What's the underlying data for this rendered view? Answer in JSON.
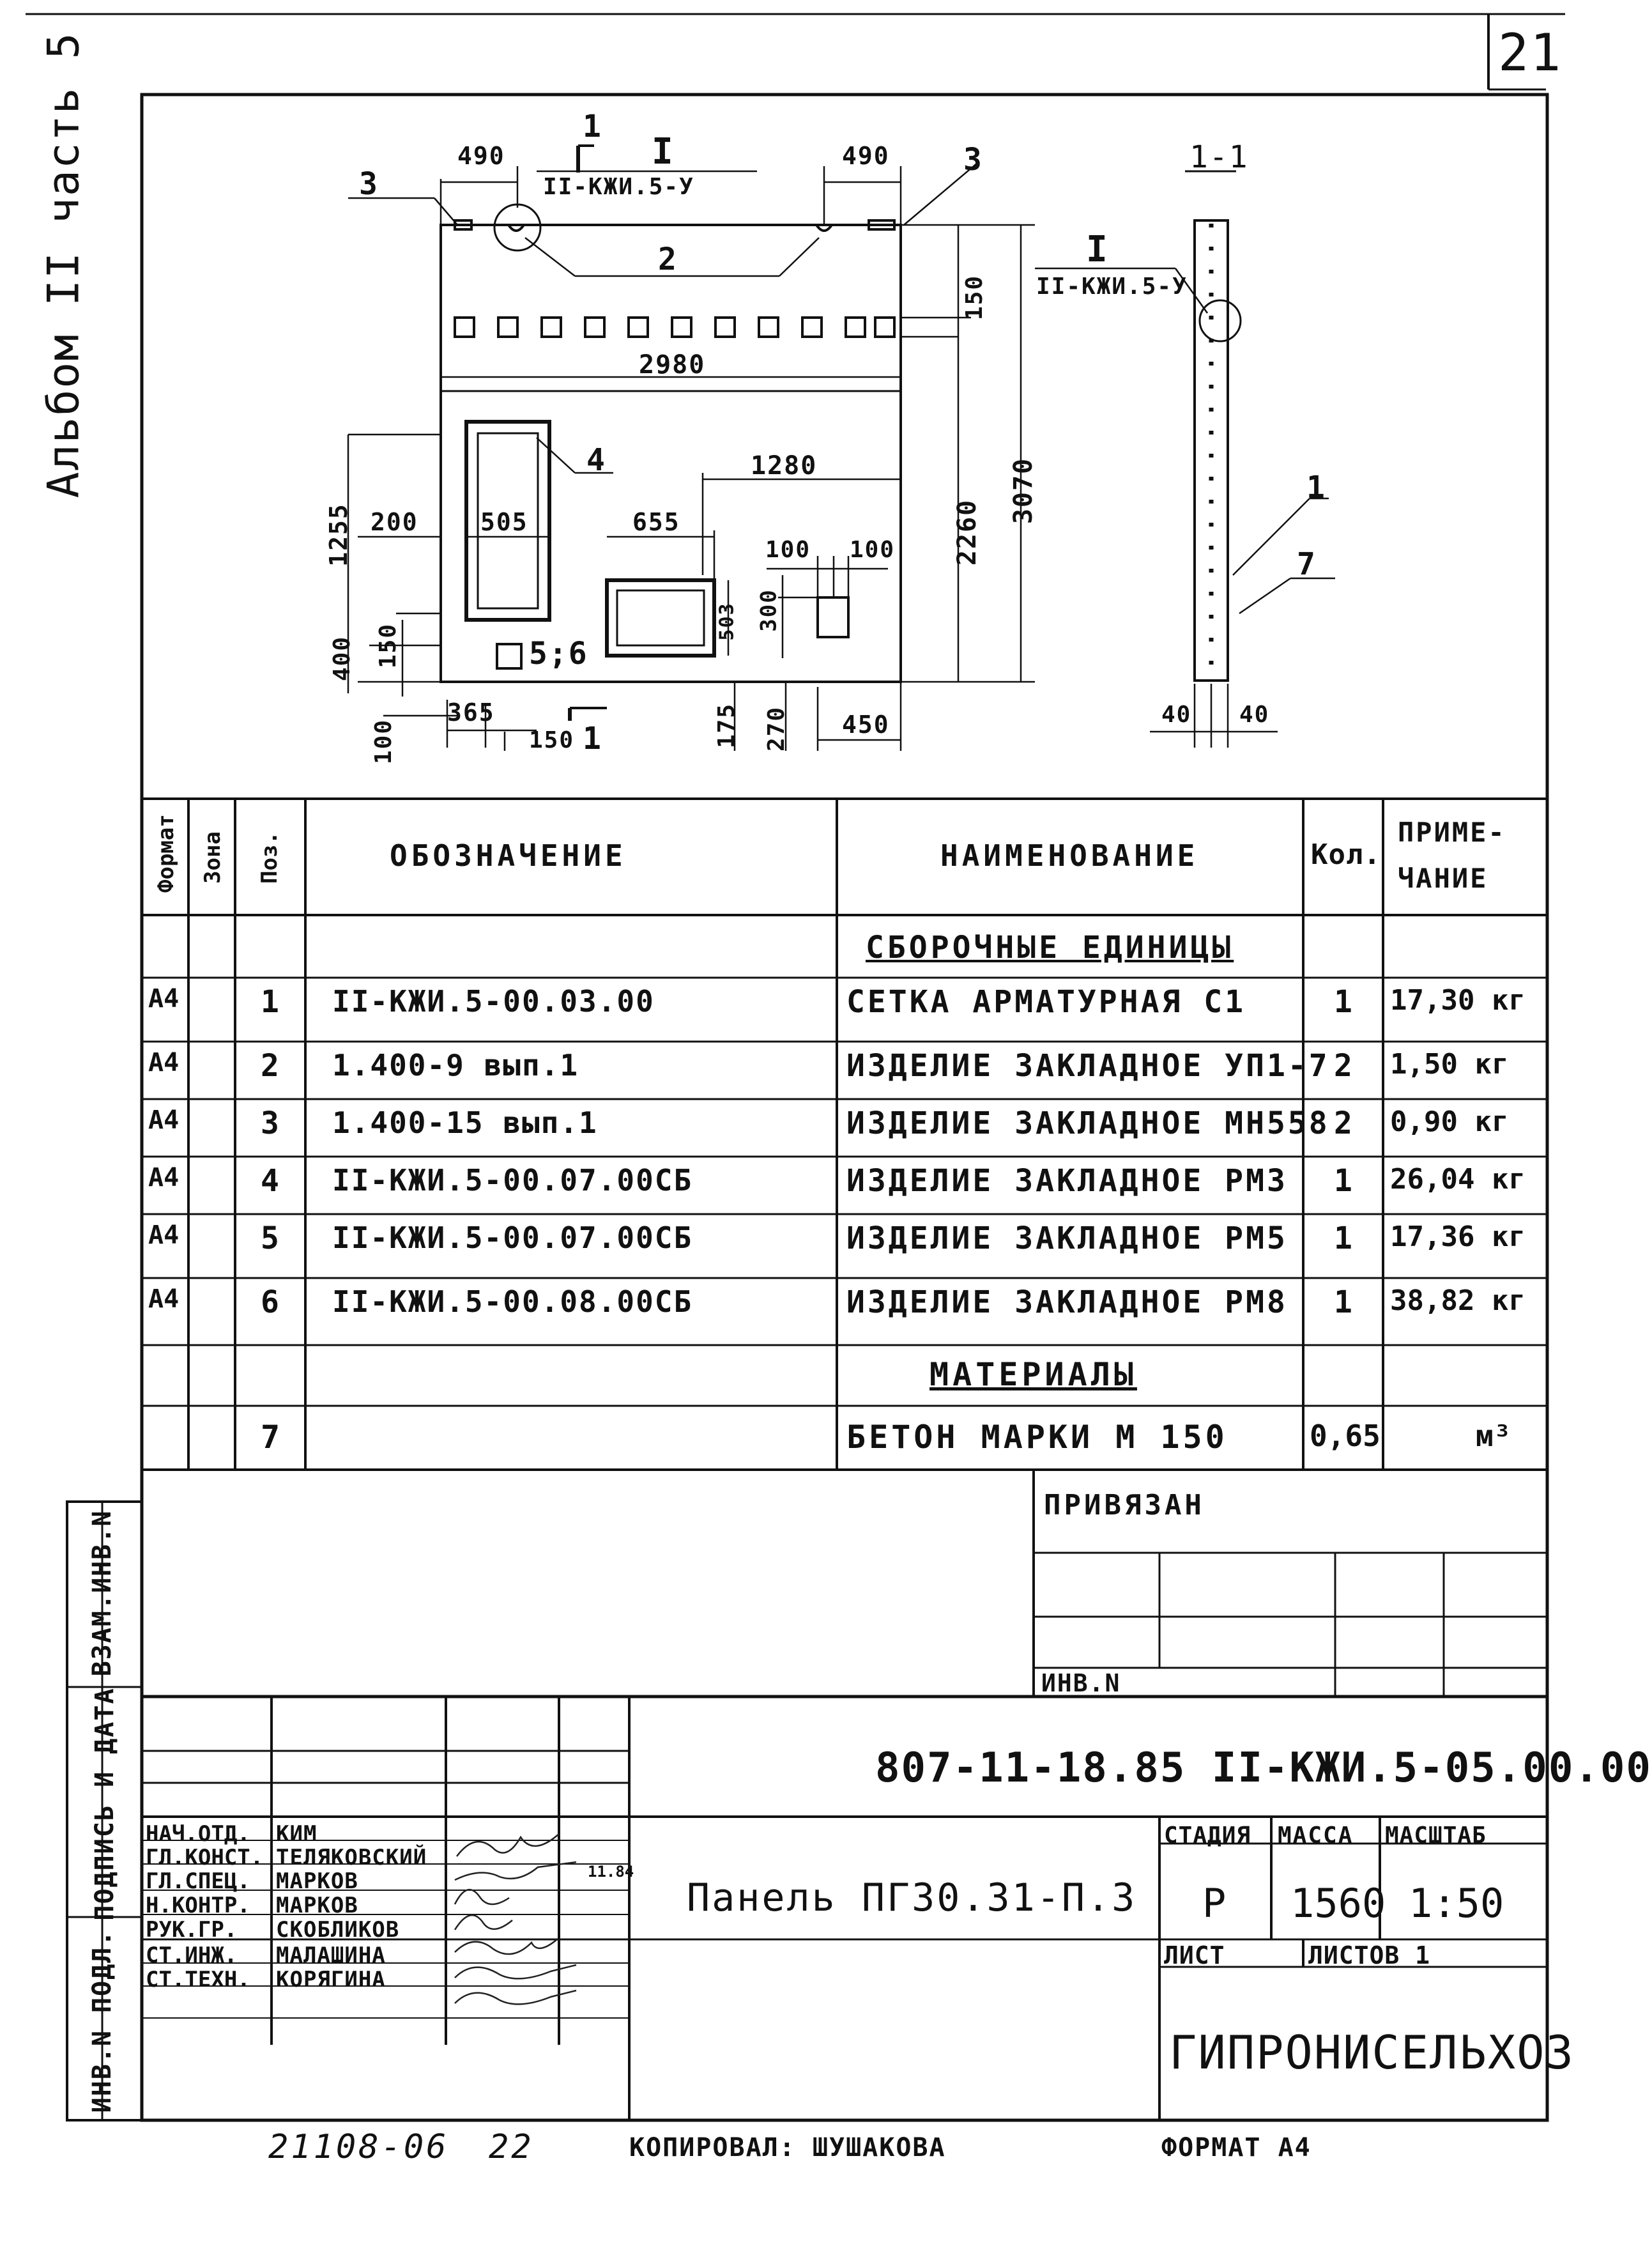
{
  "sheet_number": "21",
  "album_label": "Альбом II часть 5",
  "drawing": {
    "section_mark_1": "1",
    "section_mark_1b": "1",
    "detail_I": "I",
    "detail_ref": "II-КЖИ.5-У",
    "section_title": "1-1",
    "section_detail_I": "I",
    "section_detail_ref": "II-КЖИ.5-У",
    "pos_2": "2",
    "pos_3a": "3",
    "pos_3b": "3",
    "pos_4": "4",
    "pos_56": "5;6",
    "pos_1": "1",
    "pos_7": "7",
    "dims": {
      "d490a": "490",
      "d490b": "490",
      "d2980": "2980",
      "d150top": "150",
      "d3070": "3070",
      "d2260": "2260",
      "d1280": "1280",
      "d1255": "1255",
      "d200": "200",
      "d505": "505",
      "d655": "655",
      "d100a": "100",
      "d100b": "100",
      "d300": "300",
      "d503": "503",
      "d400": "400",
      "d150l": "150",
      "d100l": "100",
      "d365": "365",
      "d150b": "150",
      "d175": "175",
      "d270": "270",
      "d450": "450",
      "d40a": "40",
      "d40b": "40"
    }
  },
  "spec_table": {
    "headers": {
      "format": "Формат",
      "zone": "Зона",
      "pos": "Поз.",
      "designation": "ОБОЗНАЧЕНИЕ",
      "name": "НАИМЕНОВАНИЕ",
      "qty": "Кол.",
      "note_line1": "ПРИМЕ-",
      "note_line2": "ЧАНИЕ"
    },
    "section_assembly": "СБОРОЧНЫЕ ЕДИНИЦЫ",
    "section_materials": "МАТЕРИАЛЫ",
    "rows": [
      {
        "format": "А4",
        "pos": "1",
        "designation": "II-КЖИ.5-00.03.00",
        "name": "СЕТКА АРМАТУРНАЯ С1",
        "qty": "1",
        "note": "17,30 кг"
      },
      {
        "format": "А4",
        "pos": "2",
        "designation": "1.400-9 вып.1",
        "name": "ИЗДЕЛИЕ ЗАКЛАДНОЕ УП1-7",
        "qty": "2",
        "note": "1,50 кг"
      },
      {
        "format": "А4",
        "pos": "3",
        "designation": "1.400-15 вып.1",
        "name": "ИЗДЕЛИЕ ЗАКЛАДНОЕ МН558",
        "qty": "2",
        "note": "0,90 кг"
      },
      {
        "format": "А4",
        "pos": "4",
        "designation": "II-КЖИ.5-00.07.00СБ",
        "name": "ИЗДЕЛИЕ ЗАКЛАДНОЕ РМ3",
        "qty": "1",
        "note": "26,04 кг"
      },
      {
        "format": "А4",
        "pos": "5",
        "designation": "II-КЖИ.5-00.07.00СБ",
        "name": "ИЗДЕЛИЕ ЗАКЛАДНОЕ РМ5",
        "qty": "1",
        "note": "17,36 кг"
      },
      {
        "format": "А4",
        "pos": "6",
        "designation": "II-КЖИ.5-00.08.00СБ",
        "name": "ИЗДЕЛИЕ ЗАКЛАДНОЕ РМ8",
        "qty": "1",
        "note": "38,82 кг"
      }
    ],
    "material_row": {
      "pos": "7",
      "name": "БЕТОН МАРКИ М 150",
      "qty": "0,65",
      "note": "м³"
    }
  },
  "binding_block": {
    "title": "ПРИВЯЗАН",
    "inv": "ИНВ.N"
  },
  "side_strip": {
    "vzam": "ВЗАМ.ИНВ.N",
    "podpis": "ПОДПИСЬ И ДАТА",
    "inv_podl": "ИНВ.N ПОДЛ."
  },
  "title_block": {
    "document_code": "807-11-18.85 II-КЖИ.5-05.00.00",
    "element_name": "Панель ПГ30.31-П.3",
    "stage_label": "СТАДИЯ",
    "mass_label": "МАССА",
    "scale_label": "МАСШТАБ",
    "stage_value": "Р",
    "mass_value": "1560",
    "scale_value": "1:50",
    "sheet_label": "ЛИСТ",
    "sheets_label": "ЛИСТОВ 1",
    "organization": "ГИПРОНИСЕЛЬХОЗ",
    "signatures": [
      {
        "role": "НАЧ.ОТД.",
        "name": "КИМ"
      },
      {
        "role": "ГЛ.КОНСТ.",
        "name": "ТЕЛЯКОВСКИЙ"
      },
      {
        "role": "ГЛ.СПЕЦ.",
        "name": "МАРКОВ"
      },
      {
        "role": "Н.КОНТР.",
        "name": "МАРКОВ"
      },
      {
        "role": "РУК.ГР.",
        "name": "СКОБЛИКОВ"
      },
      {
        "role": "СТ.ИНЖ.",
        "name": "МАЛАШИНА"
      },
      {
        "role": "СТ.ТЕХН.",
        "name": "КОРЯГИНА"
      }
    ],
    "date_note": "11.84"
  },
  "footer": {
    "order_number": "21108-06",
    "page_number": "22",
    "copied_by": "КОПИРОВАЛ: ШУШАКОВА",
    "format": "ФОРМАТ А4"
  }
}
